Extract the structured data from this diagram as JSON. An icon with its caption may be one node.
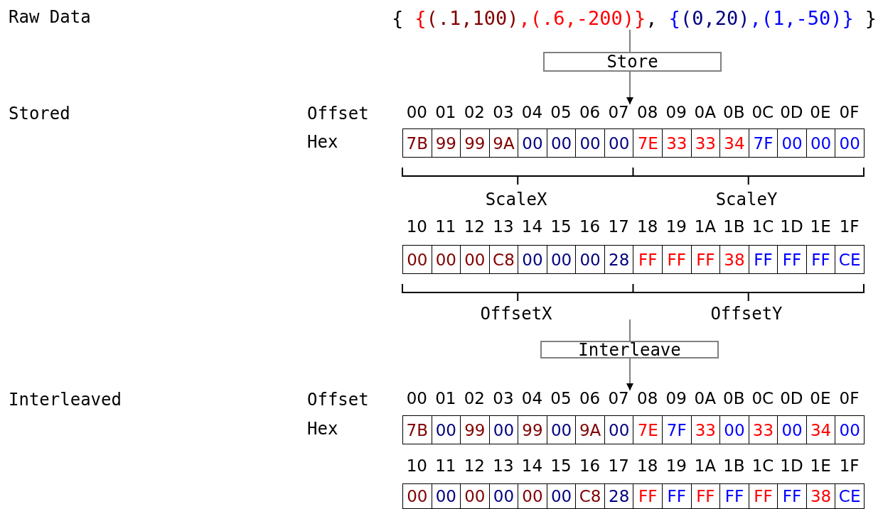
{
  "diagram": {
    "nodes": [
      {
        "text": [
          "{",
          "{",
          "(.1,100)",
          ",(.6,-200)}",
          ",",
          "{",
          "(0,20)",
          ",(1,-50)}",
          "}"
        ]
      },
      {
        "text": [
          "Store"
        ]
      },
      {
        "text": [
          "00",
          "01",
          "02",
          "03",
          "04",
          "05",
          "06",
          "07",
          "08",
          "09",
          "0A",
          "0B",
          "0C",
          "0D",
          "0E",
          "0F"
        ]
      },
      {
        "text": [
          "Interleave"
        ]
      },
      {
        "text": [
          "00",
          "01",
          "02",
          "03",
          "04",
          "05",
          "06",
          "07",
          "08",
          "09",
          "0A",
          "0B",
          "0C",
          "0D",
          "0E",
          "0F"
        ]
      }
    ],
    "edges": [
      {
        "from": 0,
        "to": 1,
        "arrow": "none"
      },
      {
        "from": 1,
        "to": 2,
        "arrow": "to"
      },
      {
        "from": null,
        "to": 3,
        "arrow": "none"
      },
      {
        "from": 3,
        "to": 4,
        "arrow": "to"
      }
    ],
    "labels": [
      "Raw Data",
      "Stored",
      "Offset",
      "Hex",
      "7B",
      "99",
      "99",
      "9A",
      "00",
      "00",
      "00",
      "00",
      "7E",
      "33",
      "33",
      "34",
      "7F",
      "00",
      "00",
      "00",
      "ScaleX",
      "ScaleY",
      "10",
      "11",
      "12",
      "13",
      "14",
      "15",
      "16",
      "17",
      "18",
      "19",
      "1A",
      "1B",
      "1C",
      "1D",
      "1E",
      "1F",
      "00",
      "00",
      "00",
      "C8",
      "00",
      "00",
      "00",
      "28",
      "FF",
      "FF",
      "FF",
      "38",
      "FF",
      "FF",
      "FF",
      "CE",
      "OffsetX",
      "OffsetY",
      "Interleaved",
      "Offset",
      "Hex",
      "7B",
      "00",
      "99",
      "00",
      "99",
      "00",
      "9A",
      "00",
      "7E",
      "7F",
      "33",
      "00",
      "33",
      "00",
      "34",
      "00",
      "10",
      "11",
      "12",
      "13",
      "14",
      "15",
      "16",
      "17",
      "18",
      "19",
      "1A",
      "1B",
      "1C",
      "1D",
      "1E",
      "1F",
      "00",
      "00",
      "00",
      "00",
      "00",
      "00",
      "C8",
      "28",
      "FF",
      "FF",
      "FF",
      "FF",
      "FF",
      "FF",
      "38",
      "CE"
    ]
  }
}
